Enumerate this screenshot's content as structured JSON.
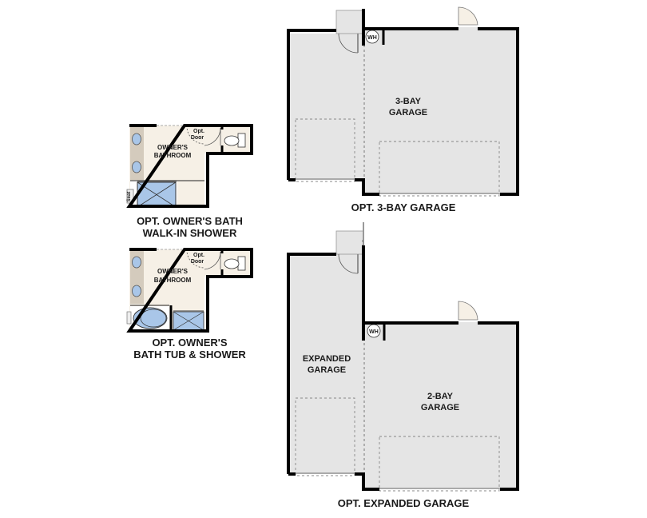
{
  "colors": {
    "wall": "#000000",
    "garage_floor": "#e5e5e5",
    "bath_floor": "#f6f0e6",
    "counter": "#d4cbbd",
    "fixture_blue": "#a9c6e8",
    "door_swing_fill": "#f6f0e6"
  },
  "bath_walkin": {
    "room_label_line1": "OWNER'S",
    "room_label_line2": "BATHROOM",
    "door_label_line1": "Opt.",
    "door_label_line2": "Door",
    "seat_label": "Seat",
    "caption_line1": "OPT. OWNER'S BATH",
    "caption_line2": "WALK-IN SHOWER"
  },
  "bath_tub": {
    "room_label_line1": "OWNER'S",
    "room_label_line2": "BATHROOM",
    "door_label_line1": "Opt.",
    "door_label_line2": "Door",
    "caption_line1": "OPT. OWNER'S",
    "caption_line2": "BATH TUB & SHOWER"
  },
  "garage_3bay": {
    "wh_label": "WH",
    "room_label_line1": "3-BAY",
    "room_label_line2": "GARAGE",
    "caption": "OPT. 3-BAY GARAGE"
  },
  "garage_expanded": {
    "wh_label": "WH",
    "expanded_label_line1": "EXPANDED",
    "expanded_label_line2": "GARAGE",
    "room_label_line1": "2-BAY",
    "room_label_line2": "GARAGE",
    "caption": "OPT. EXPANDED GARAGE"
  }
}
